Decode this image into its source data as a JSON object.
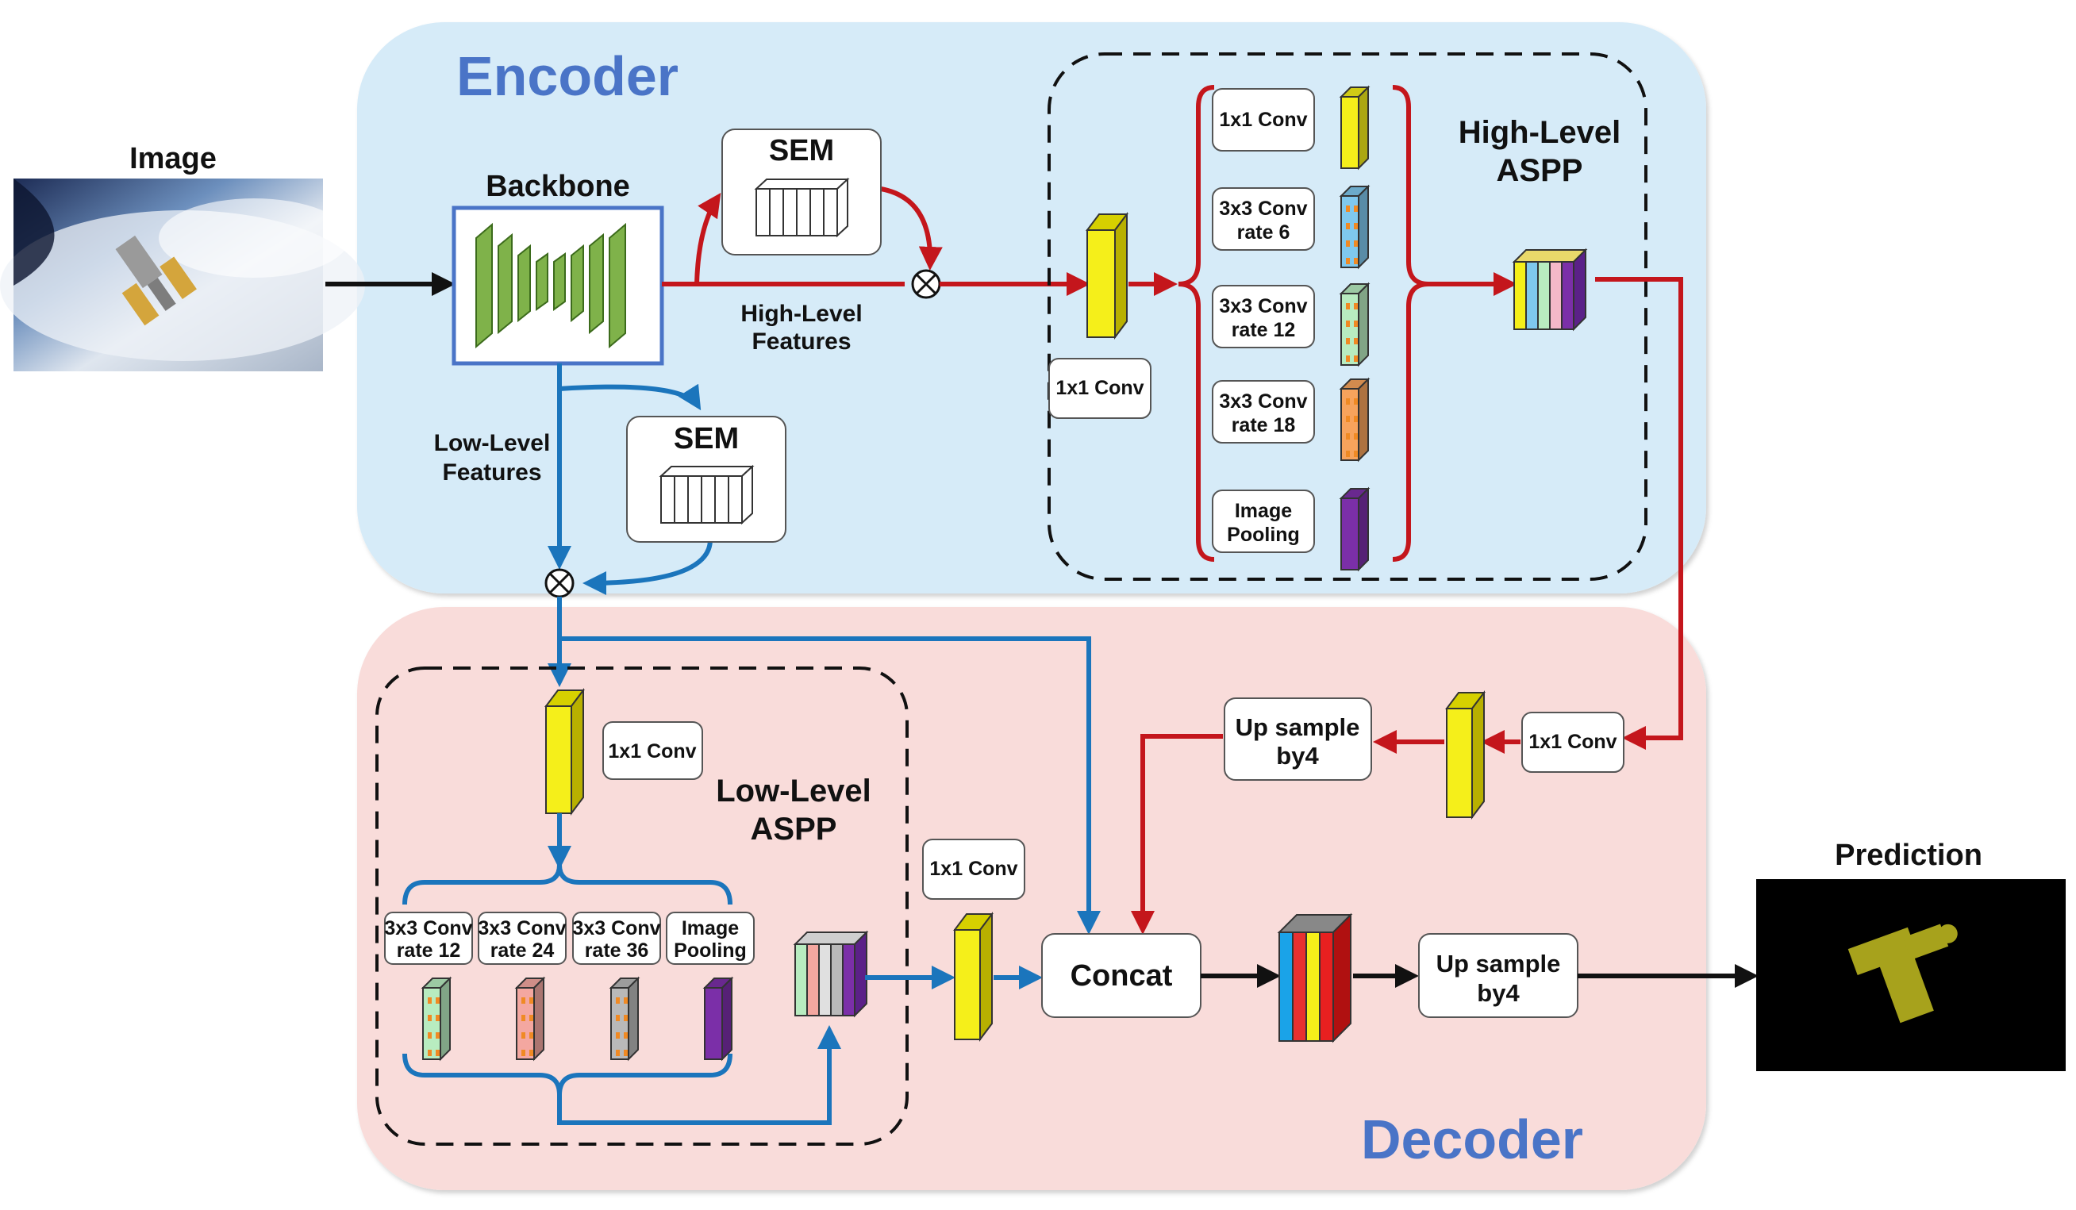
{
  "image_label": "Image",
  "prediction_label": "Prediction",
  "encoder": {
    "title": "Encoder",
    "backbone_label": "Backbone",
    "sem_high_label": "SEM",
    "sem_low_label": "SEM",
    "high_level_features": [
      "High-Level",
      "Features"
    ],
    "low_level_features": [
      "Low-Level",
      "Features"
    ],
    "high_aspp": {
      "title": [
        "High-Level",
        "ASPP"
      ],
      "entry_conv": "1x1 Conv",
      "branches": [
        {
          "line1": "1x1 Conv",
          "line2": "",
          "color": "#f5ef1a"
        },
        {
          "line1": "3x3 Conv",
          "line2": "rate 6",
          "color": "#7fc8ee"
        },
        {
          "line1": "3x3 Conv",
          "line2": "rate 12",
          "color": "#b8ecc0"
        },
        {
          "line1": "3x3 Conv",
          "line2": "rate 18",
          "color": "#f7a35c"
        },
        {
          "line1": "Image",
          "line2": "Pooling",
          "color": "#7b2fa8"
        }
      ]
    }
  },
  "decoder": {
    "title": "Decoder",
    "low_aspp": {
      "title": [
        "Low-Level",
        "ASPP"
      ],
      "entry_conv": "1x1 Conv",
      "branches": [
        {
          "line1": "3x3 Conv",
          "line2": "rate 12",
          "color": "#b8ecc0"
        },
        {
          "line1": "3x3 Conv",
          "line2": "rate 24",
          "color": "#f4a7a0"
        },
        {
          "line1": "3x3 Conv",
          "line2": "rate 36",
          "color": "#b9b9b9"
        },
        {
          "line1": "Image",
          "line2": "Pooling",
          "color": "#7b2fa8"
        }
      ]
    },
    "low_conv": "1x1 Conv",
    "high_conv": "1x1 Conv",
    "upsample_high": [
      "Up sample",
      "by4"
    ],
    "concat": "Concat",
    "upsample_final": [
      "Up sample",
      "by4"
    ]
  },
  "colors": {
    "encoder_bg": "#d6ebf8",
    "decoder_bg": "#f9dcda",
    "high_path": "#c4161c",
    "low_path": "#1b75bc",
    "main_path": "#111111",
    "title": "#4a74c7"
  }
}
